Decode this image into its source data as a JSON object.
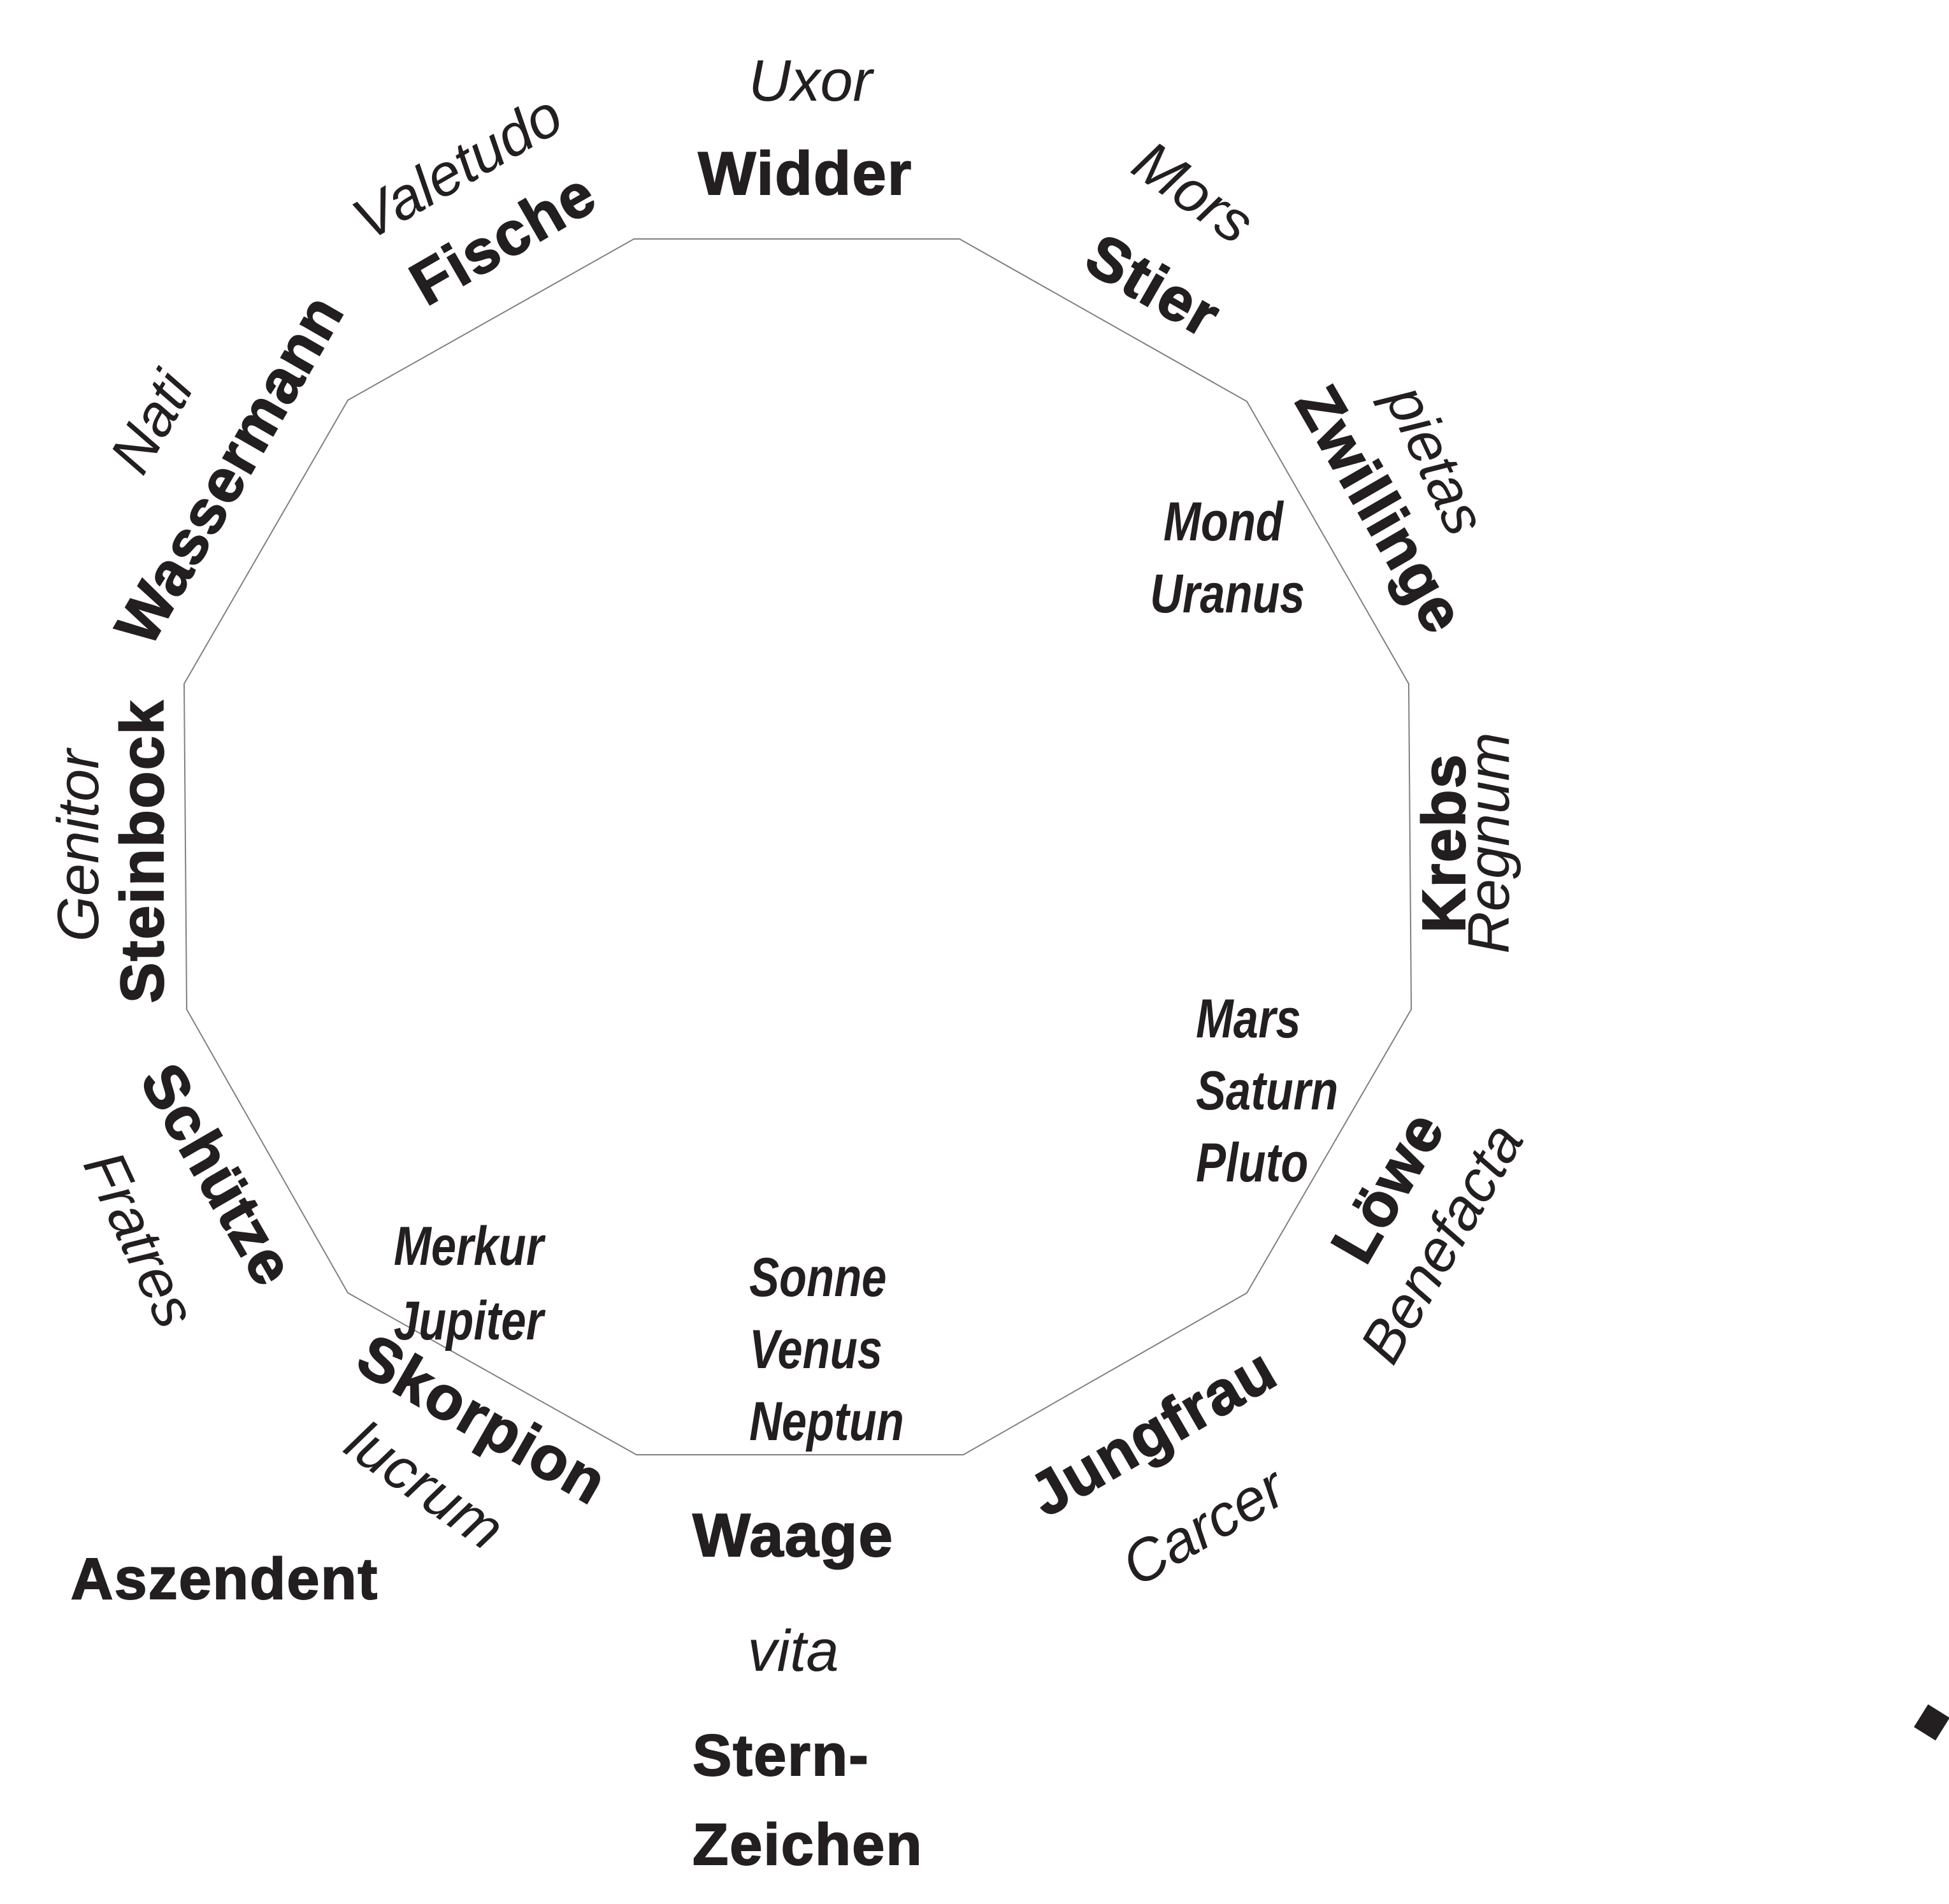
{
  "diagram": {
    "type": "zodiac-house-wheel",
    "line_color": "#808080",
    "text_color": "#231f20",
    "signs": [
      {
        "name": "Widder",
        "house": "Uxor"
      },
      {
        "name": "Stier",
        "house": "Mors"
      },
      {
        "name": "Zwillinge",
        "house": "pietas"
      },
      {
        "name": "Krebs",
        "house": "Regnum"
      },
      {
        "name": "Löwe",
        "house": "Benefacta"
      },
      {
        "name": "Jungfrau",
        "house": "Carcer"
      },
      {
        "name": "Waage",
        "house": "vita"
      },
      {
        "name": "Skorpion",
        "house": "lucrum"
      },
      {
        "name": "Schütze",
        "house": "Fratres"
      },
      {
        "name": "Steinbock",
        "house": "Genitor"
      },
      {
        "name": "Wassermann",
        "house": "Nati"
      },
      {
        "name": "Fische",
        "house": "Valetudo"
      }
    ],
    "planet_groups": [
      {
        "sign": "Zwillinge",
        "planets": [
          "Mond",
          "Uranus"
        ]
      },
      {
        "sign": "Löwe",
        "planets": [
          "Mars",
          "Saturn",
          "Pluto"
        ]
      },
      {
        "sign": "Waage",
        "planets": [
          "Sonne",
          "Venus",
          "Neptun"
        ]
      },
      {
        "sign": "Skorpion",
        "planets": [
          "Merkur",
          "Jupiter"
        ]
      }
    ],
    "legend": {
      "ascendant": "Aszendent",
      "sign_caption_line1": "Stern-",
      "sign_caption_line2": "Zeichen"
    }
  }
}
